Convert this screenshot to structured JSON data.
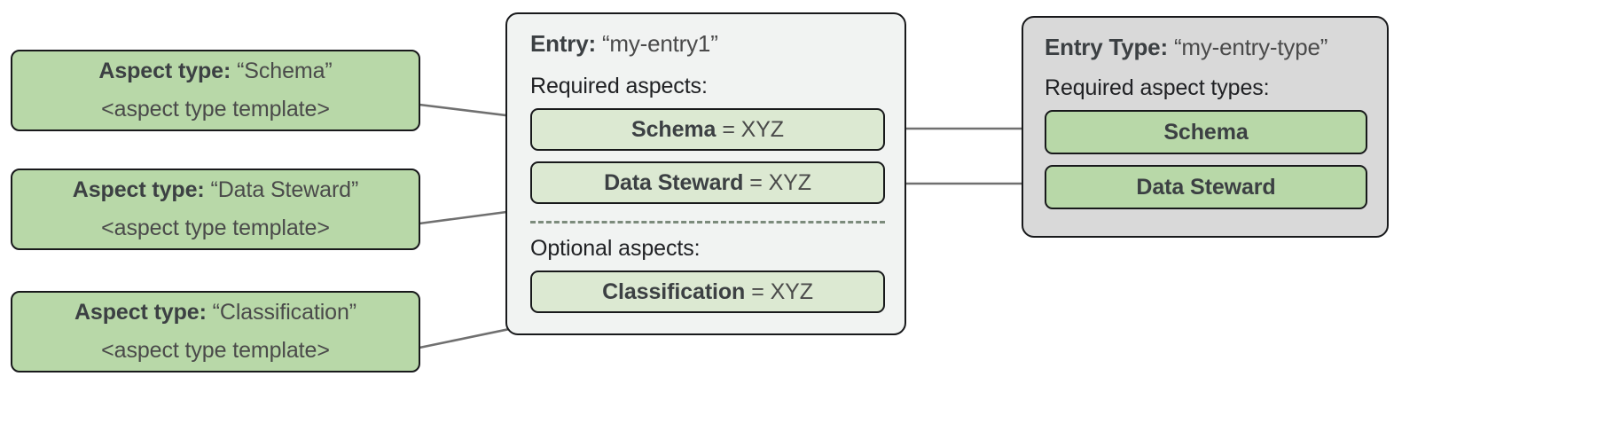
{
  "diagram": {
    "title_hidden": "",
    "colors": {
      "aspect_type_green": "#b8d8a8",
      "aspect_chip_green": "#dce9d2",
      "entry_panel_gray": "#f1f3f2",
      "entry_type_panel_gray": "#d9d9d9",
      "outline": "#18191b",
      "connector": "#707070",
      "dashed_divider": "#7c8b7c"
    }
  },
  "aspect_types": [
    {
      "label_prefix": "Aspect type:",
      "name": "“Schema”",
      "template": "<aspect type template>"
    },
    {
      "label_prefix": "Aspect type:",
      "name": "“Data Steward”",
      "template": "<aspect type template>"
    },
    {
      "label_prefix": "Aspect type:",
      "name": "“Classification”",
      "template": "<aspect type template>"
    }
  ],
  "entry": {
    "title_prefix": "Entry:",
    "title_value": "“my-entry1”",
    "required_label": "Required aspects:",
    "required_aspects": [
      {
        "name": "Schema",
        "value": "= XYZ"
      },
      {
        "name": "Data Steward",
        "value": "= XYZ"
      }
    ],
    "optional_label": "Optional aspects:",
    "optional_aspects": [
      {
        "name": "Classification",
        "value": "= XYZ"
      }
    ]
  },
  "entry_type": {
    "title_prefix": "Entry Type:",
    "title_value": "“my-entry-type”",
    "required_label": "Required aspect types:",
    "required_aspect_types": [
      {
        "name": "Schema"
      },
      {
        "name": "Data Steward"
      }
    ]
  }
}
